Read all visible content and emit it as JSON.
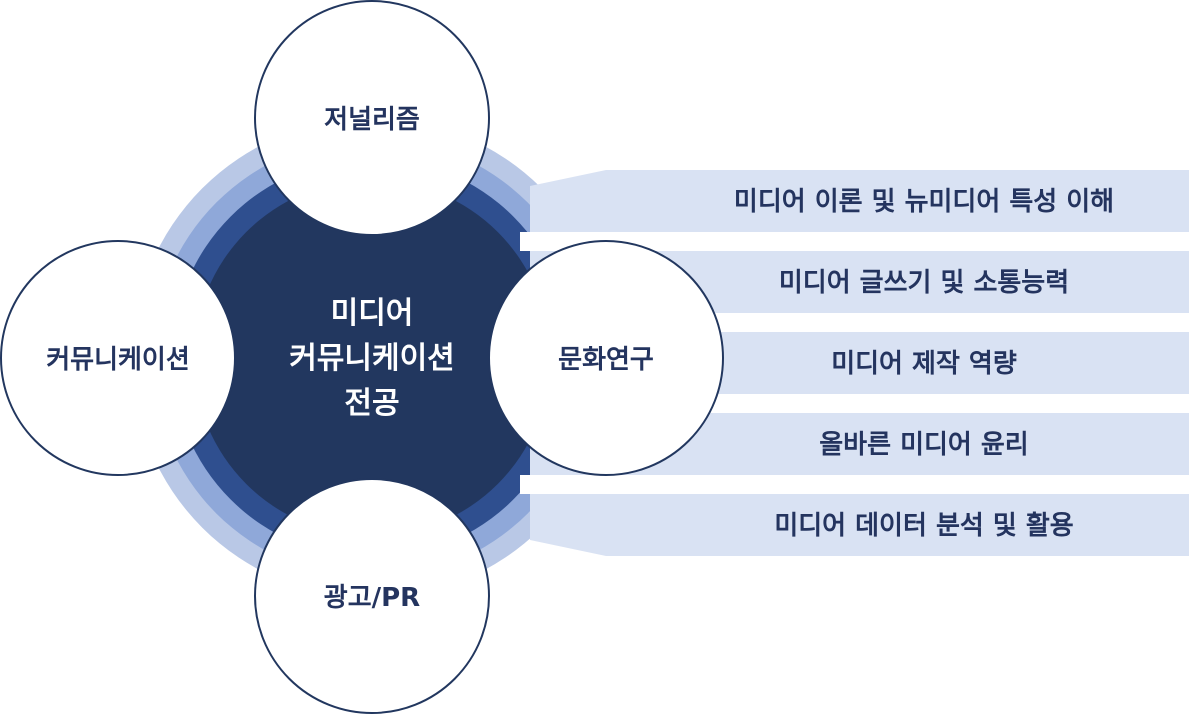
{
  "colors": {
    "ring_outer": "#b9c8e6",
    "ring_mid": "#8fa8d9",
    "ring_inner": "#2f4f8f",
    "core": "#22375f",
    "node_fill": "#ffffff",
    "node_stroke": "#22375f",
    "bar_fill": "#d9e2f3",
    "text_dark": "#24345f",
    "text_light": "#ffffff"
  },
  "center": {
    "line1": "미디어",
    "line2": "커뮤니케이션",
    "line3": "전공"
  },
  "nodes": {
    "top": "저널리즘",
    "left": "커뮤니케이션",
    "right": "문화연구",
    "bottom": "광고/PR"
  },
  "competencies": [
    "미디어 이론 및 뉴미디어 특성 이해",
    "미디어 글쓰기 및 소통능력",
    "미디어 제작 역량",
    "올바른 미디어 윤리",
    "미디어 데이터 분석 및 활용"
  ]
}
